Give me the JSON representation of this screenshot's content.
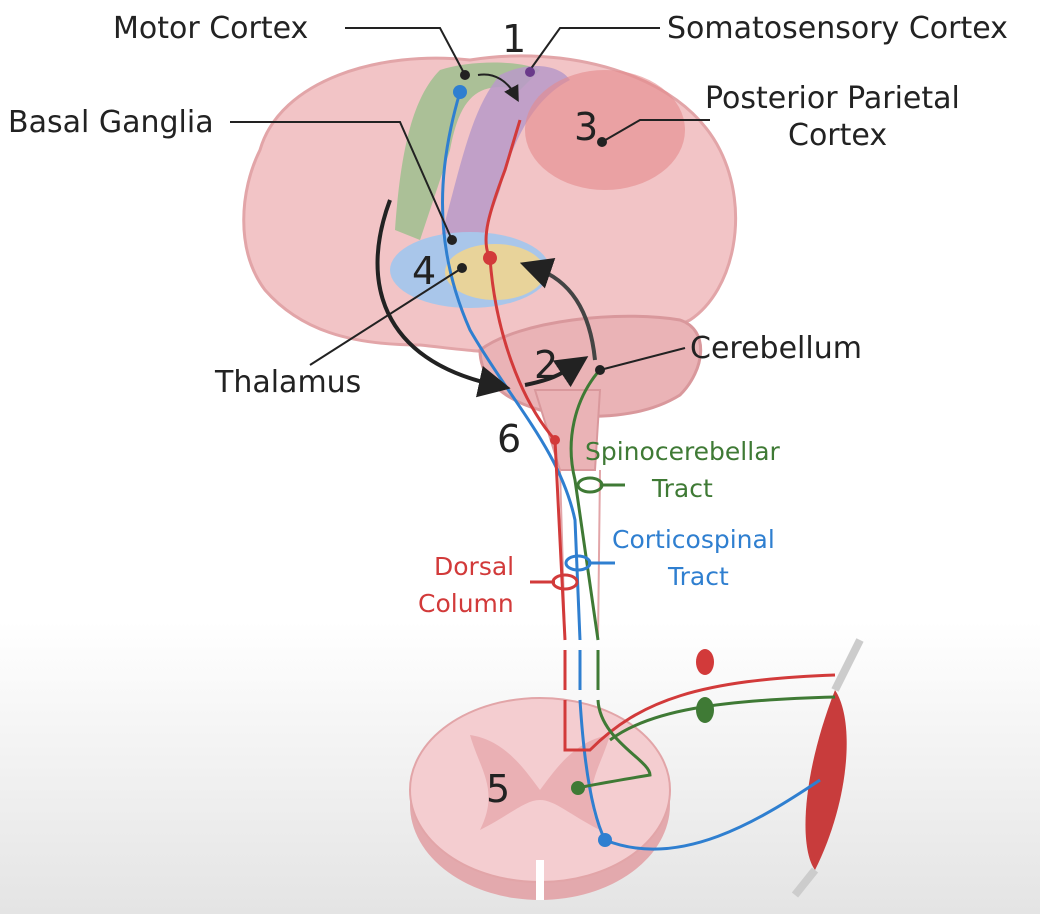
{
  "labels": {
    "motor_cortex": "Motor Cortex",
    "somatosensory_cortex": "Somatosensory Cortex",
    "posterior_parietal_line1": "Posterior Parietal",
    "posterior_parietal_line2": "Cortex",
    "basal_ganglia": "Basal Ganglia",
    "thalamus": "Thalamus",
    "cerebellum": "Cerebellum",
    "spinocerebellar_line1": "Spinocerebellar",
    "spinocerebellar_line2": "Tract",
    "corticospinal_line1": "Corticospinal",
    "corticospinal_line2": "Tract",
    "dorsal_line1": "Dorsal",
    "dorsal_line2": "Column"
  },
  "numbers": {
    "n1": "1",
    "n2": "2",
    "n3": "3",
    "n4": "4",
    "n5": "5",
    "n6": "6"
  },
  "colors": {
    "motor": "#2f7fd0",
    "sensory": "#d23a3a",
    "spinocerebellar": "#3f7a35",
    "brain": "#f2c4c6",
    "motor_cortex_region": "#9fc08e",
    "somatosensory_region": "#b99ac8",
    "parietal_region": "#e58a8c",
    "basal_ganglia_region": "#a9c6ea",
    "thalamus_region": "#e8d39a"
  }
}
